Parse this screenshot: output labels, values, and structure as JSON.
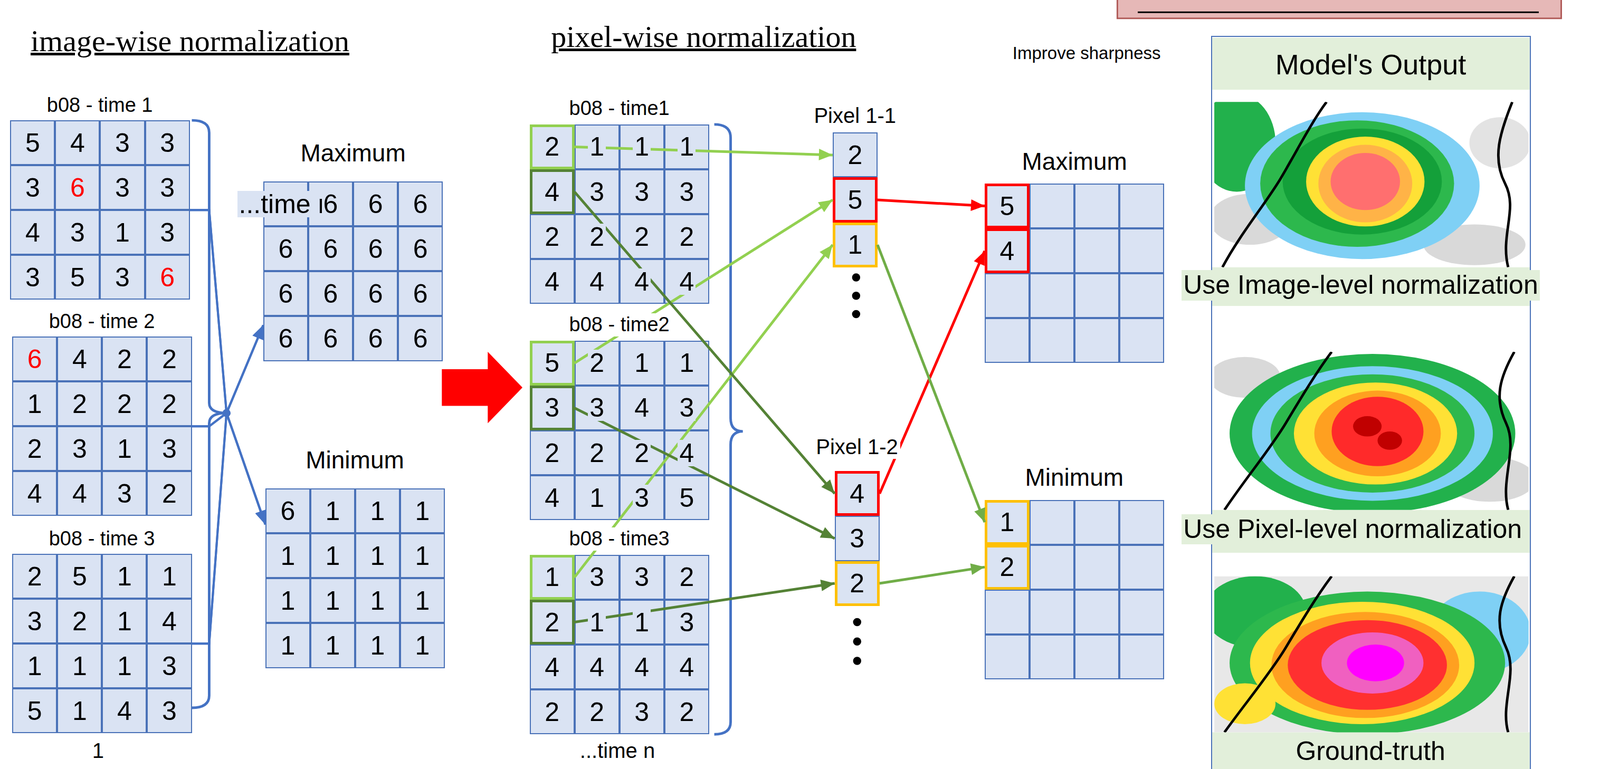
{
  "diagram": {
    "nodes": [
      {
        "text": [
          "b08 - time 1"
        ]
      },
      {
        "text": [
          "b08 - time 2"
        ]
      },
      {
        "text": [
          "b08 - time 3"
        ]
      },
      {
        "text": [
          "Maximum"
        ]
      },
      {
        "text": [
          "Minimum"
        ]
      },
      {
        "text": [
          "b08 - time1"
        ]
      },
      {
        "text": [
          "2"
        ],
        "in": 5
      },
      {
        "text": [
          "4"
        ],
        "in": 5
      },
      {
        "text": [
          "b08 - time2"
        ]
      },
      {
        "text": [
          "5"
        ],
        "in": 8
      },
      {
        "text": [
          "3"
        ],
        "in": 8
      },
      {
        "text": [
          "b08 - time3"
        ]
      },
      {
        "text": [
          "1"
        ],
        "in": 11
      },
      {
        "text": [
          "2"
        ],
        "in": 11
      },
      {
        "text": [
          "Pixel 1-1"
        ]
      },
      {
        "text": [
          "2"
        ],
        "in": 14
      },
      {
        "text": [
          "5"
        ],
        "in": 14
      },
      {
        "text": [
          "1"
        ],
        "in": 14
      },
      {
        "text": [
          "Pixel 1-2"
        ]
      },
      {
        "text": [
          "4"
        ],
        "in": 18
      },
      {
        "text": [
          "3"
        ],
        "in": 18
      },
      {
        "text": [
          "2"
        ],
        "in": 18
      },
      {
        "text": [
          "Maximum"
        ]
      },
      {
        "text": [
          "5"
        ],
        "in": 22
      },
      {
        "text": [
          "4"
        ],
        "in": 22
      },
      {
        "text": [
          "Minimum"
        ]
      },
      {
        "text": [
          "1"
        ],
        "in": 25
      },
      {
        "text": [
          "2"
        ],
        "in": 25
      },
      {
        "text": [
          "Model's Output"
        ]
      }
    ],
    "edges": [
      {
        "from": 0,
        "to": 3,
        "arrow": "to"
      },
      {
        "from": 0,
        "to": 4,
        "arrow": "to"
      },
      {
        "from": 1,
        "to": 3,
        "arrow": "to"
      },
      {
        "from": 1,
        "to": 4,
        "arrow": "to"
      },
      {
        "from": 2,
        "to": 3,
        "arrow": "to"
      },
      {
        "from": 2,
        "to": 4,
        "arrow": "to"
      },
      {
        "from": 6,
        "to": 15,
        "arrow": "to"
      },
      {
        "from": 9,
        "to": 16,
        "arrow": "to"
      },
      {
        "from": 12,
        "to": 17,
        "arrow": "to"
      },
      {
        "from": 7,
        "to": 19,
        "arrow": "to"
      },
      {
        "from": 10,
        "to": 20,
        "arrow": "to"
      },
      {
        "from": 13,
        "to": 21,
        "arrow": "to"
      },
      {
        "from": 16,
        "to": 23,
        "arrow": "to"
      },
      {
        "from": 19,
        "to": 24,
        "arrow": "to"
      },
      {
        "from": 17,
        "to": 26,
        "arrow": "to"
      },
      {
        "from": 21,
        "to": 27,
        "arrow": "to"
      }
    ],
    "labels": [
      "image-wise normalization",
      "pixel-wise normalization",
      "Improve sharpness",
      "5",
      "4",
      "3",
      "3",
      "3",
      "6",
      "3",
      "3",
      "4",
      "3",
      "1",
      "3",
      "3",
      "5",
      "3",
      "6",
      "6",
      "4",
      "2",
      "2",
      "1",
      "2",
      "2",
      "2",
      "2",
      "3",
      "1",
      "3",
      "4",
      "4",
      "3",
      "2",
      "2",
      "5",
      "1",
      "1",
      "3",
      "2",
      "1",
      "4",
      "1",
      "1",
      "1",
      "3",
      "5",
      "1",
      "4",
      "3",
      "...time n",
      "6",
      "6",
      "6",
      "6",
      "6",
      "6",
      "6",
      "6",
      "6",
      "6",
      "6",
      "6",
      "6",
      "6",
      "6",
      "6",
      "1",
      "1",
      "1",
      "1",
      "1",
      "1",
      "1",
      "1",
      "1",
      "1",
      "1",
      "1",
      "1",
      "1",
      "1",
      "1",
      "1",
      "1",
      "1",
      "3",
      "3",
      "3",
      "2",
      "2",
      "2",
      "2",
      "4",
      "4",
      "4",
      "4",
      "2",
      "1",
      "1",
      "3",
      "4",
      "3",
      "2",
      "2",
      "2",
      "4",
      "4",
      "1",
      "3",
      "5",
      "3",
      "3",
      "2",
      "1",
      "1",
      "3",
      "4",
      "4",
      "4",
      "4",
      "2",
      "2",
      "3",
      "2",
      "...time n",
      "Use Image-level normalization",
      "Use Pixel-level normalization",
      "Ground-truth"
    ]
  }
}
